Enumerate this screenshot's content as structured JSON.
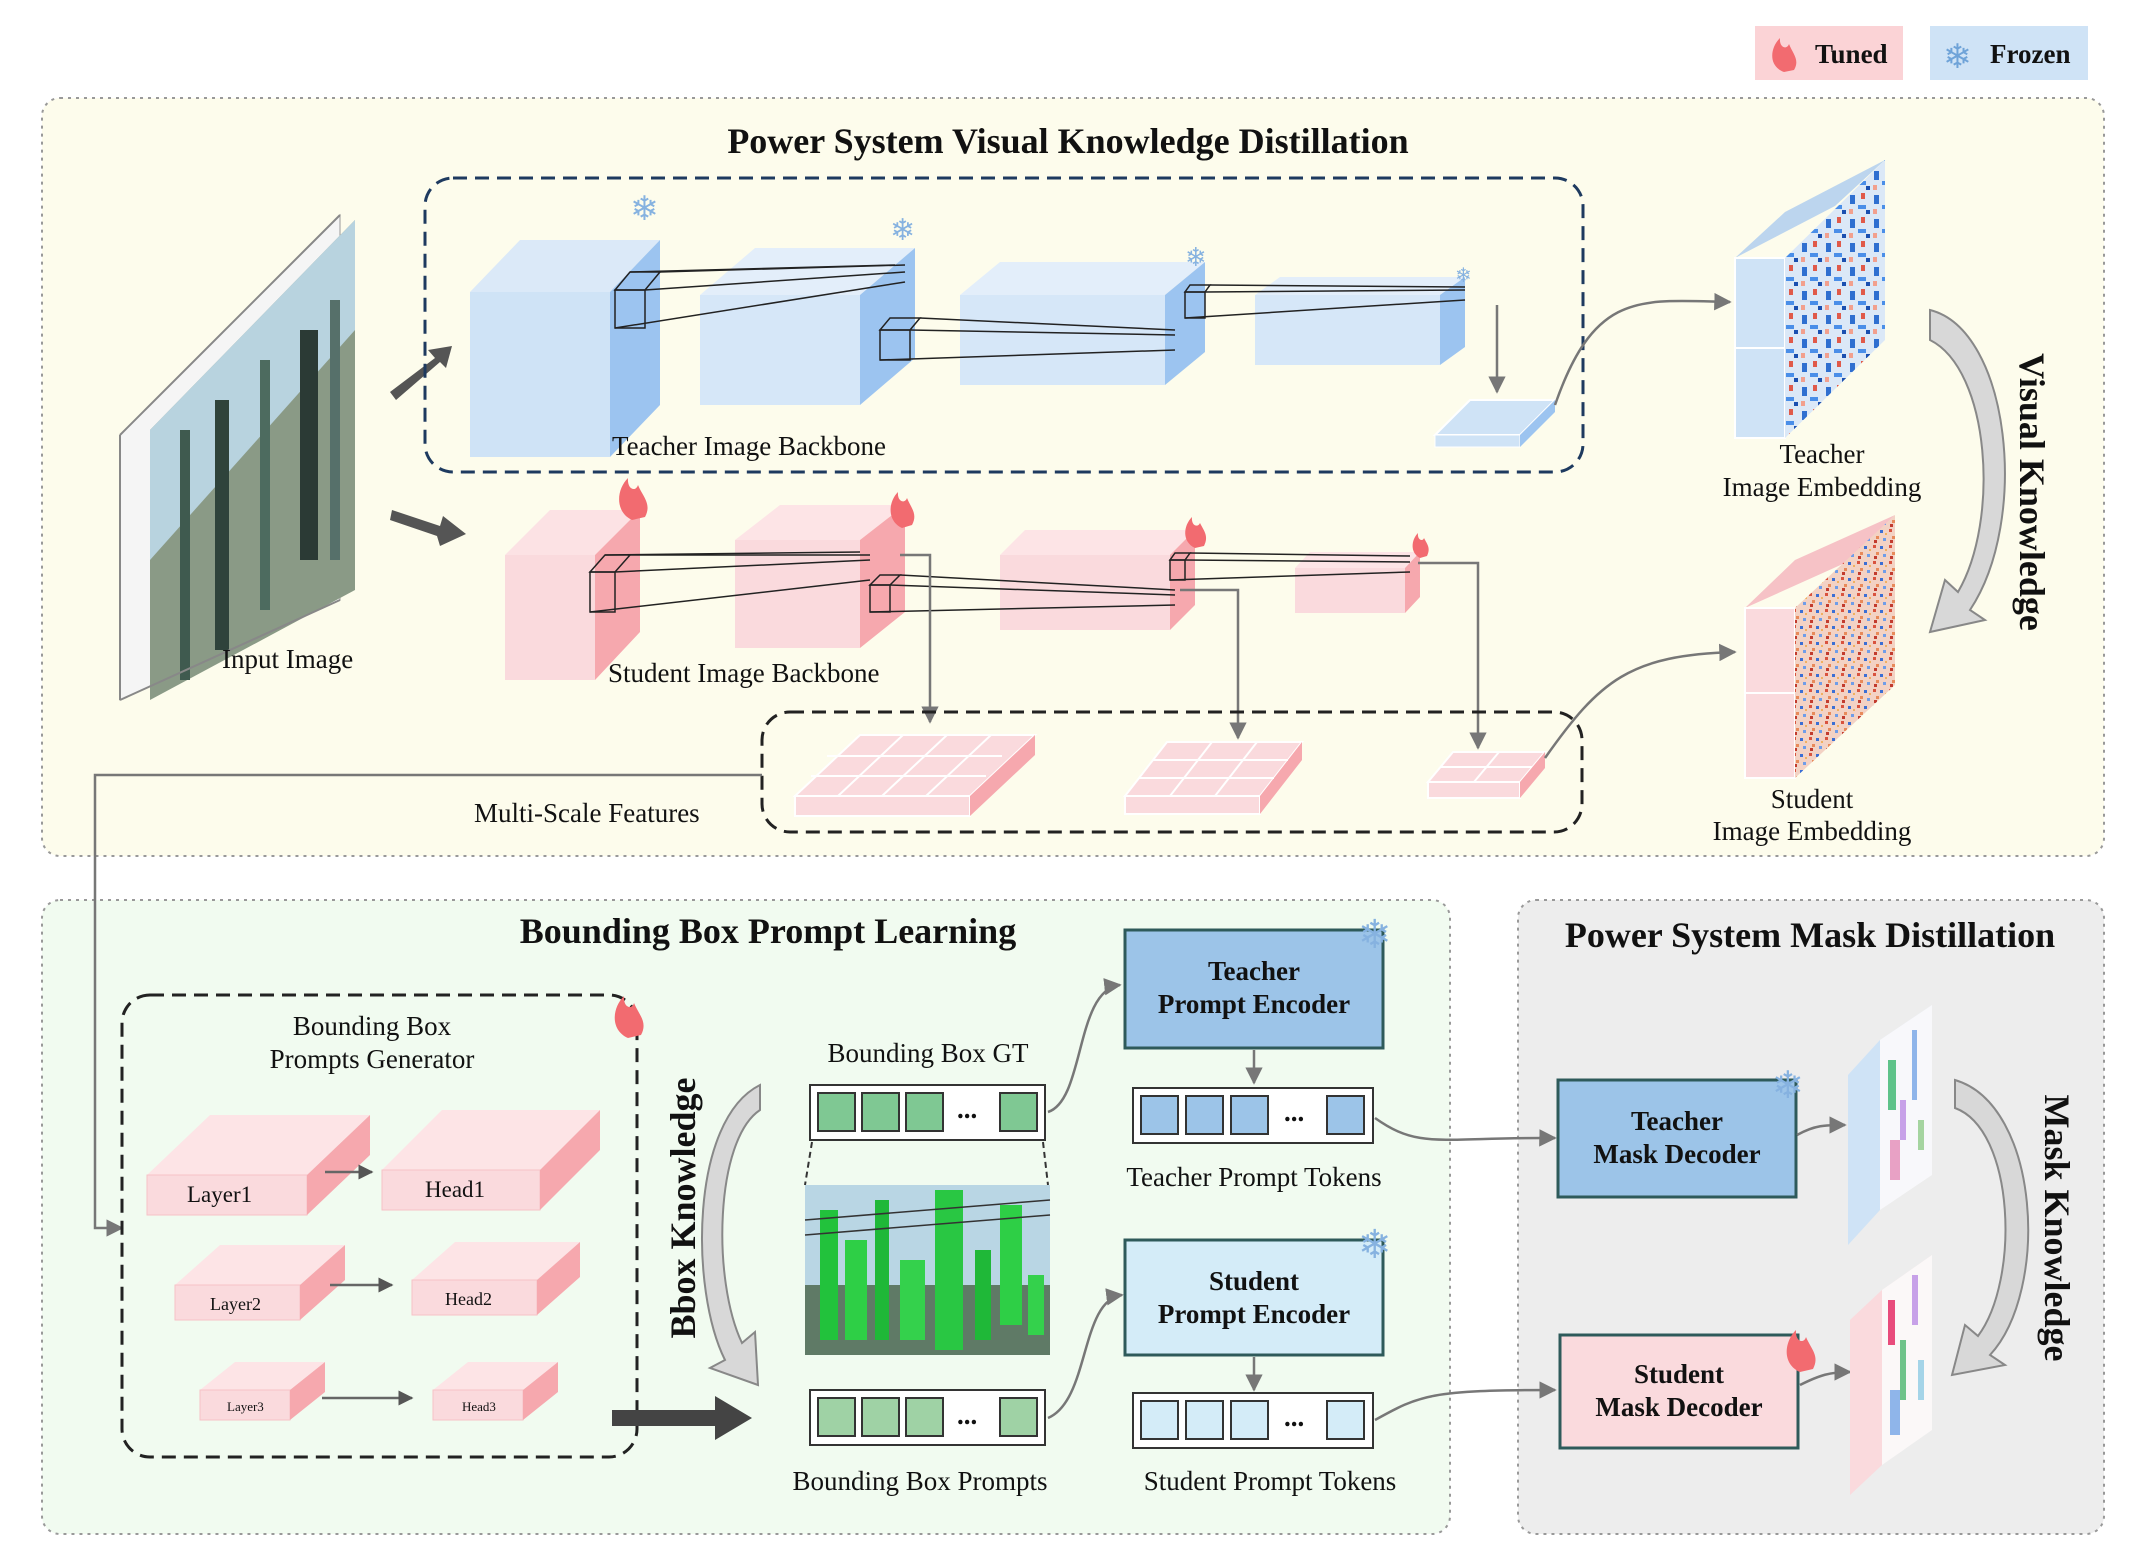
{
  "legend": {
    "tuned": "Tuned",
    "frozen": "Frozen"
  },
  "sections": {
    "visual_distillation": {
      "title": "Power System Visual Knowledge Distillation"
    },
    "bbox_prompt": {
      "title": "Bounding Box Prompt Learning"
    },
    "mask_distillation": {
      "title": "Power System Mask Distillation"
    }
  },
  "labels": {
    "input_image": "Input Image",
    "teacher_backbone": "Teacher Image Backbone",
    "student_backbone": "Student Image Backbone",
    "multi_scale": "Multi-Scale Features",
    "teacher_embed_1": "Teacher",
    "teacher_embed_2": "Image Embedding",
    "student_embed_1": "Student",
    "student_embed_2": "Image Embedding",
    "visual_knowledge": "Visual Knowledge",
    "generator_1": "Bounding Box",
    "generator_2": "Prompts Generator",
    "layer1": "Layer1",
    "layer2": "Layer2",
    "layer3": "Layer3",
    "head1": "Head1",
    "head2": "Head2",
    "head3": "Head3",
    "bbox_knowledge": "Bbox Knowledge",
    "bbox_gt": "Bounding Box GT",
    "bbox_prompts": "Bounding Box Prompts",
    "teacher_prompt_enc_1": "Teacher",
    "teacher_prompt_enc_2": "Prompt Encoder",
    "student_prompt_enc_1": "Student",
    "student_prompt_enc_2": "Prompt Encoder",
    "teacher_tokens": "Teacher Prompt Tokens",
    "student_tokens": "Student Prompt Tokens",
    "teacher_mask_dec_1": "Teacher",
    "teacher_mask_dec_2": "Mask Decoder",
    "student_mask_dec_1": "Student",
    "student_mask_dec_2": "Mask Decoder",
    "mask_knowledge": "Mask Knowledge",
    "ellipsis": "..."
  },
  "colors": {
    "tuned": "#f9c9cc",
    "frozen": "#cfe3f6",
    "teacher_block": "#9cc4e8",
    "student_block": "#fadadd",
    "student_enc": "#d4ecf8",
    "token_green": "#88cc99"
  }
}
